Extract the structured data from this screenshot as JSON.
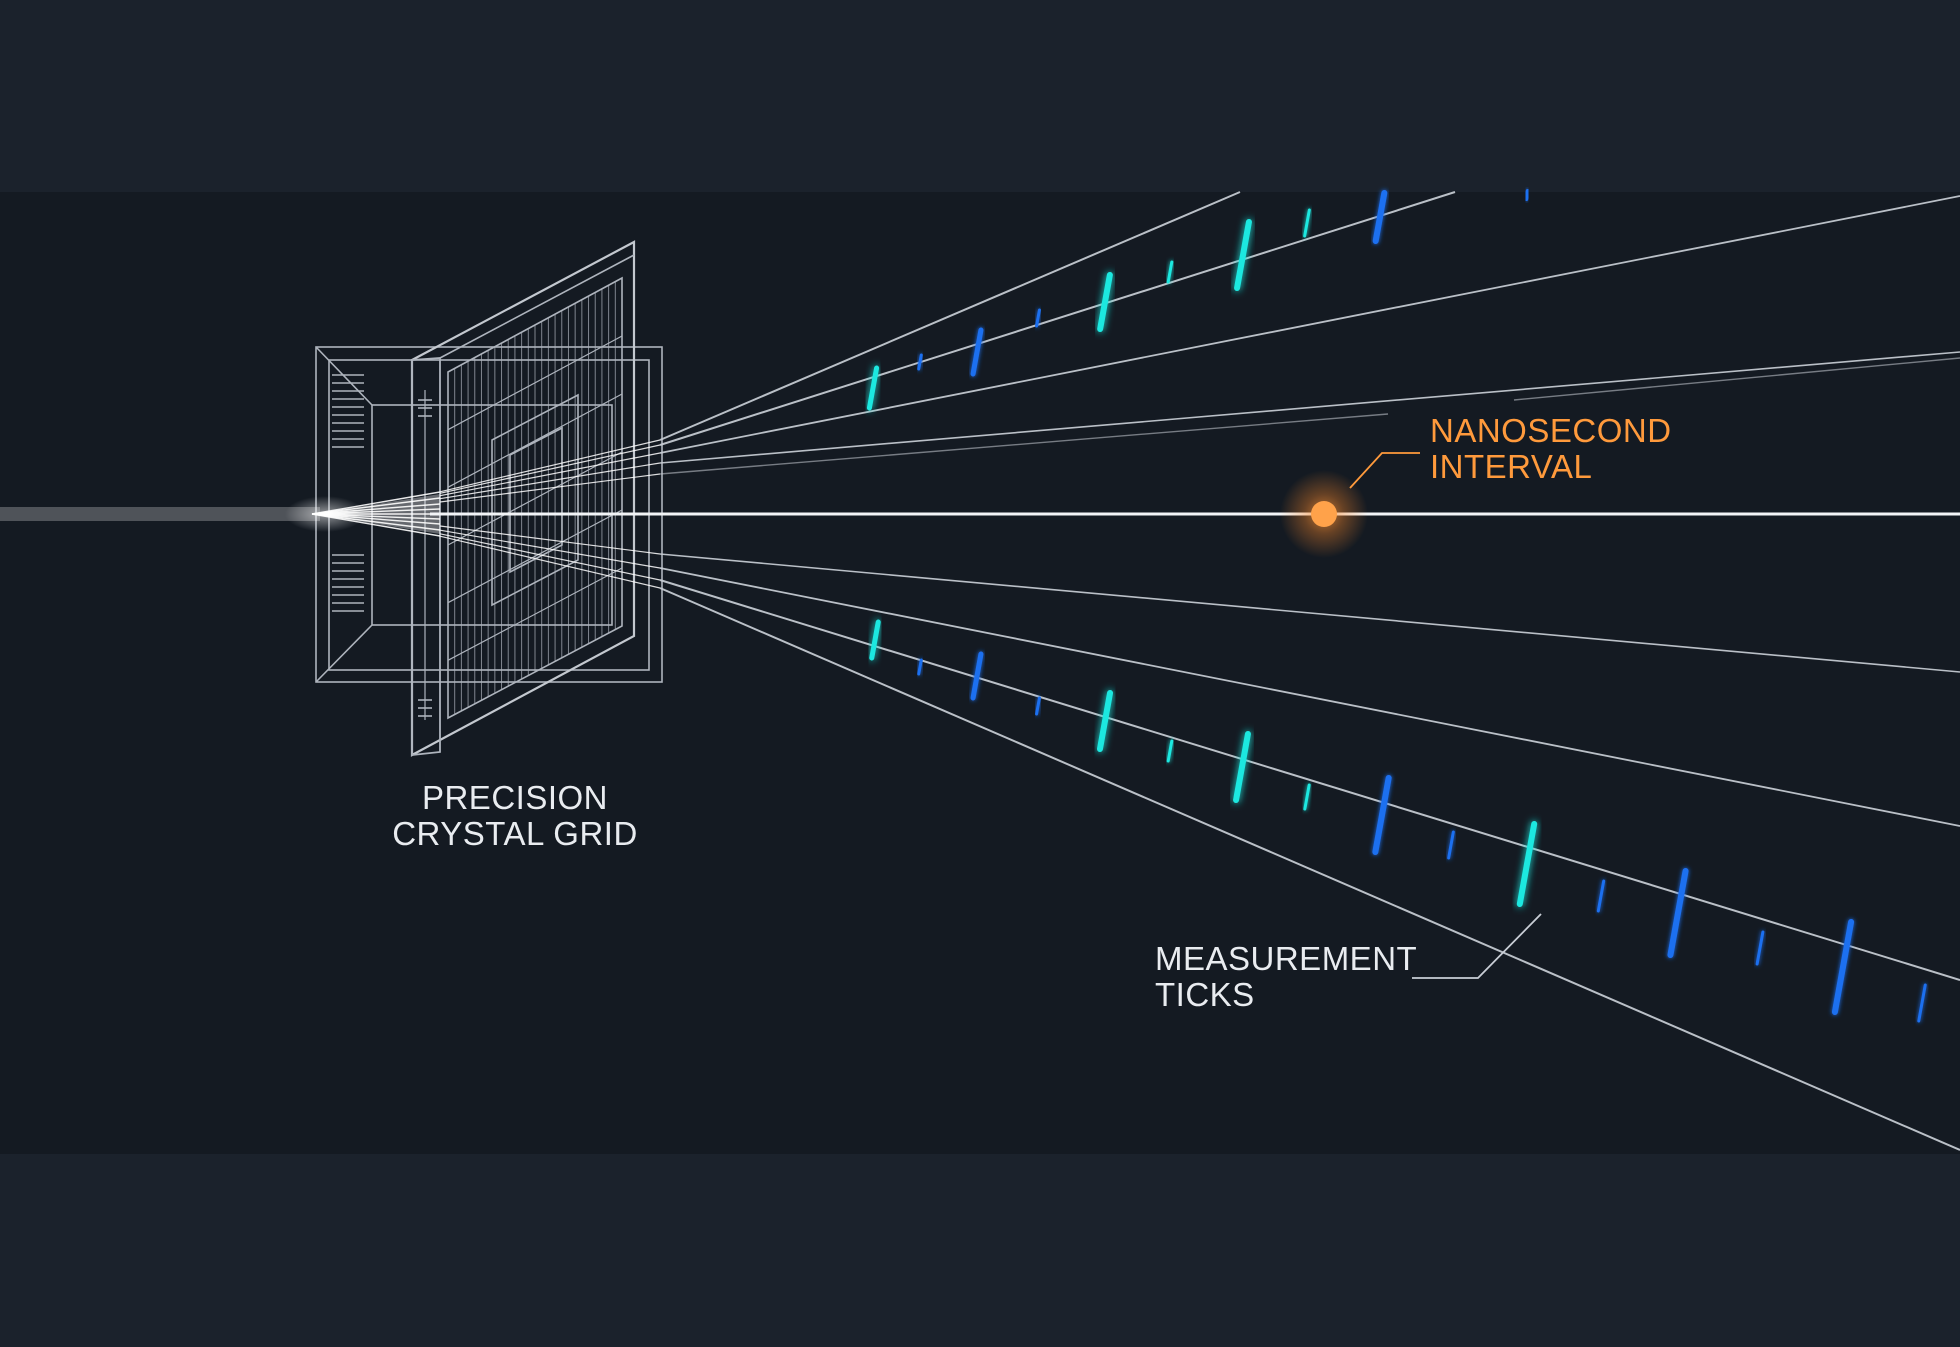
{
  "colors": {
    "background_top": "#1b222c",
    "background_panel": "#141a22",
    "beam": "#f2f4f7",
    "ray": "#c9ced6",
    "grid_line": "#aeb4bd",
    "tick_cyan": "#1fe8e0",
    "tick_blue": "#1f6ff0",
    "orange": "#ff9a3c",
    "label_white": "#e9ecf0"
  },
  "labels": {
    "crystal": {
      "line1": "PRECISION",
      "line2": "CRYSTAL GRID"
    },
    "nanosecond": {
      "line1": "NANOSECOND",
      "line2": "INTERVAL"
    },
    "ticks": {
      "line1": "MEASUREMENT",
      "line2": "TICKS"
    }
  },
  "icons": {
    "crystal": "crystal-grid-icon",
    "marker": "glowing-dot-icon"
  }
}
